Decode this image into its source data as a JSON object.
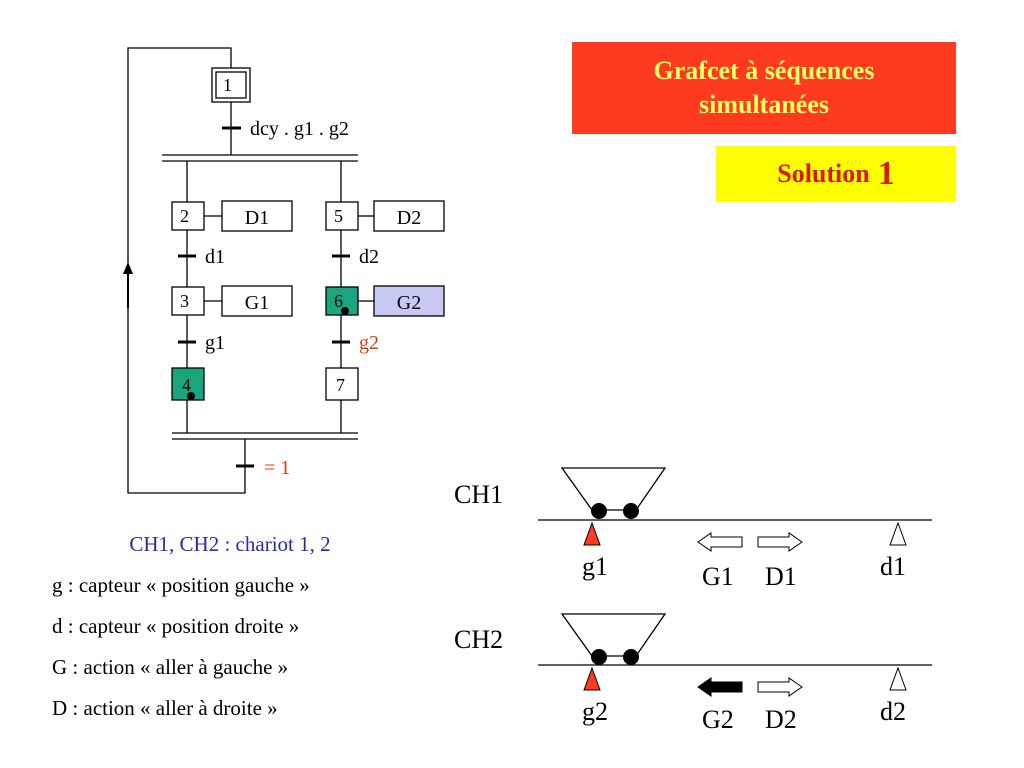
{
  "title": {
    "line1": "Grafcet à séquences",
    "line2": "simultanées"
  },
  "solution": {
    "label": "Solution",
    "number": "1"
  },
  "grafcet": {
    "initial_step": "1",
    "t_initial": "dcy . g1 . g2",
    "left_branch": {
      "steps": [
        "2",
        "3",
        "4"
      ],
      "actions": [
        "D1",
        "G1"
      ],
      "transitions": [
        "d1",
        "g1"
      ]
    },
    "right_branch": {
      "steps": [
        "5",
        "6",
        "7"
      ],
      "actions": [
        "D2",
        "G2"
      ],
      "transitions": [
        "d2",
        "g2"
      ]
    },
    "t_final": "= 1",
    "active_steps": [
      "4",
      "6"
    ]
  },
  "legend": [
    "CH1, CH2 : chariot 1, 2",
    "g : capteur « position gauche »",
    "d : capteur « position droite »",
    "G : action « aller à gauche »",
    "D : action « aller à droite »"
  ],
  "carts": [
    {
      "name": "CH1",
      "left_sensor": "g1",
      "left_action": "G1",
      "right_action": "D1",
      "right_sensor": "d1",
      "left_active": false
    },
    {
      "name": "CH2",
      "left_sensor": "g2",
      "left_action": "G2",
      "right_action": "D2",
      "right_sensor": "d2",
      "left_active": true
    }
  ],
  "colors": {
    "title_bg": "#ff3b1f",
    "title_fg": "#ffff66",
    "solution_bg": "#ffff00",
    "solution_fg": "#d61a00",
    "active_step": "#1aa57f",
    "active_action": "#c8c8f4",
    "highlight_text": "#e03a10",
    "legend_blue": "#2b2ba8"
  }
}
